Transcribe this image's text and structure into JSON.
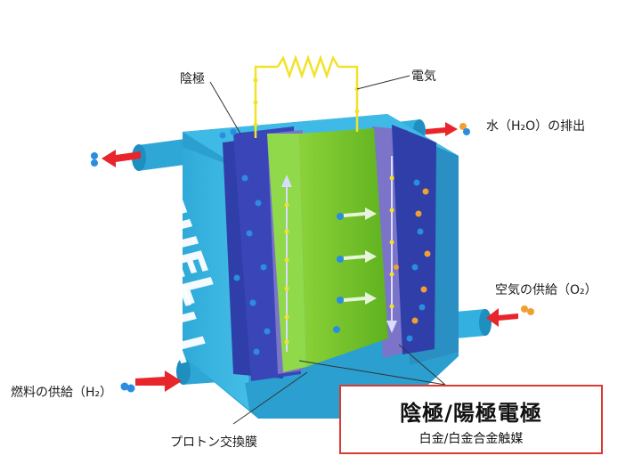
{
  "labels": {
    "anode": "陰極",
    "electricity": "電気",
    "water_out": "水（H₂O）の排出",
    "air_in": "空気の供給（O₂）",
    "fuel_in": "燃料の供給（H₂）",
    "membrane": "プロトン交換膜"
  },
  "cell_text": {
    "line1": "FUEL",
    "line2": "CELL"
  },
  "info_box": {
    "title": "陰極/陽極電極",
    "subtitle": "白金/白金合金触媒"
  },
  "colors": {
    "housing": "#36b4e0",
    "housing_dark": "#1f95c4",
    "electrode": "#7b74c9",
    "membrane": "#73c428",
    "arrow_red": "#e8252a",
    "wire": "#f2e22a",
    "box_border": "#d93a32"
  }
}
